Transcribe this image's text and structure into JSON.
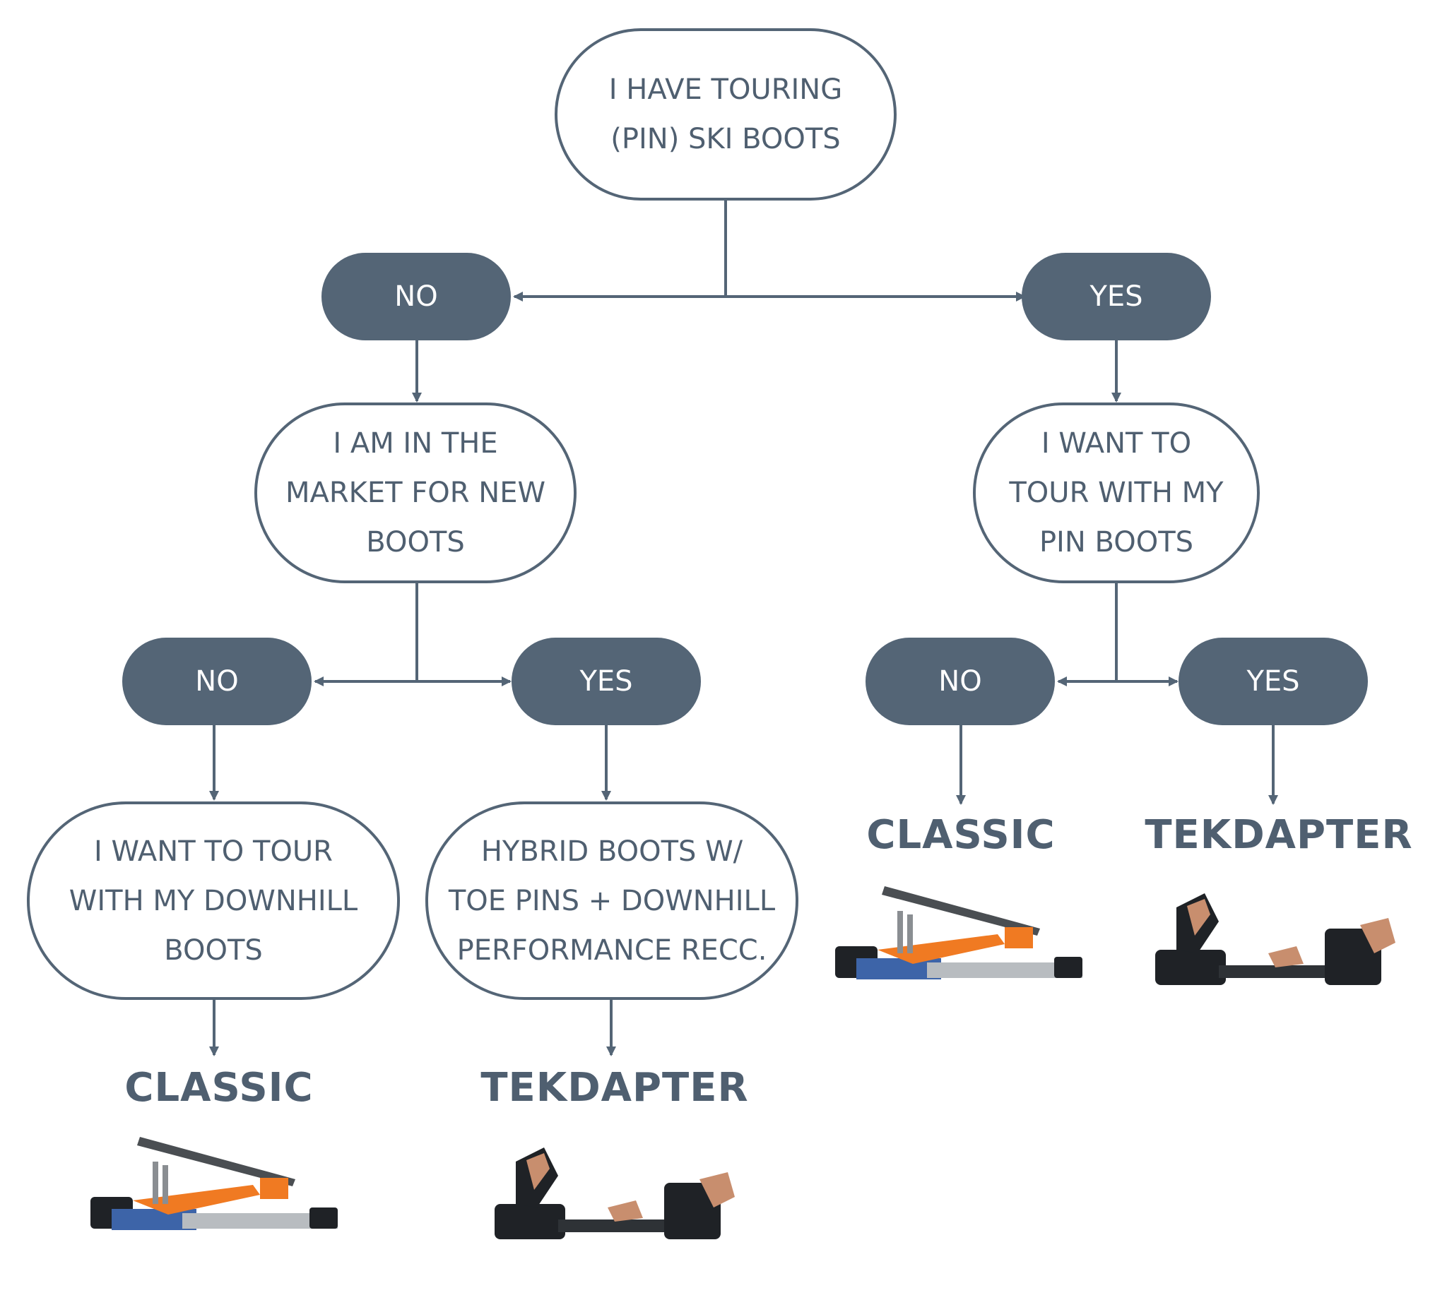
{
  "colors": {
    "node_fill": "#546576",
    "line": "#546576",
    "text": "#4f5f70",
    "orange": "#f07a22",
    "blue": "#3d64a8",
    "dark": "#1f2226",
    "copper": "#c88e6e",
    "silver": "#b8bcc0"
  },
  "nodes": {
    "root": "I HAVE TOURING\n(PIN) SKI BOOTS",
    "no_1": "NO",
    "yes_1": "YES",
    "market_q": "I AM IN THE\nMARKET FOR NEW\nBOOTS",
    "tour_pin_q": "I WANT TO\nTOUR WITH MY\nPIN BOOTS",
    "no_2": "NO",
    "yes_2": "YES",
    "no_3": "NO",
    "yes_3": "YES",
    "downhill_q": "I WANT TO TOUR\nWITH MY DOWNHILL\nBOOTS",
    "hybrid_q": "HYBRID BOOTS W/\nTOE PINS + DOWNHILL\nPERFORMANCE RECC."
  },
  "results": {
    "classic_left": "CLASSIC",
    "tekdapter_left": "TEKDAPTER",
    "classic_right": "CLASSIC",
    "tekdapter_right": "TEKDAPTER"
  },
  "icons": {
    "classic": "classic-binding-icon",
    "tekdapter": "tekdapter-binding-icon"
  }
}
